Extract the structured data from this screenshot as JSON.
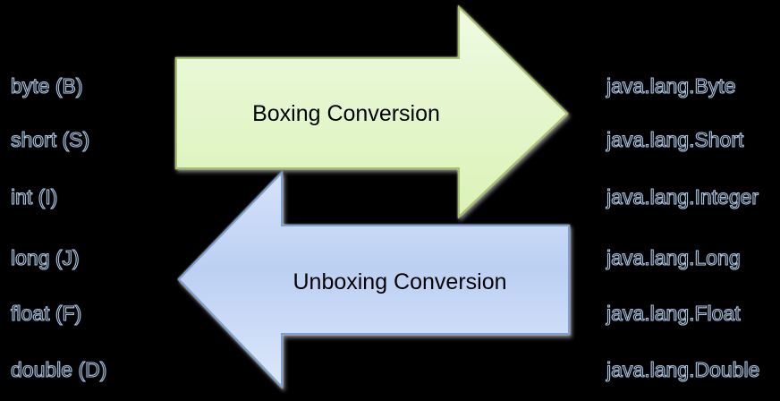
{
  "diagram": {
    "description": "Java primitive boxing / unboxing conversion diagram",
    "colors": {
      "background": "#000000",
      "label_outline": "#a9c0da",
      "arrow_text": "#000000"
    },
    "left_column": {
      "items": [
        {
          "label": "byte (B)"
        },
        {
          "label": "short (S)"
        },
        {
          "label": "int (I)"
        },
        {
          "label": "long (J)"
        },
        {
          "label": "float (F)"
        },
        {
          "label": "double (D)"
        }
      ]
    },
    "right_column": {
      "items": [
        {
          "label": "java.lang.Byte"
        },
        {
          "label": "java.lang.Short"
        },
        {
          "label": "java.lang.Integer"
        },
        {
          "label": "java.lang.Long"
        },
        {
          "label": "java.lang.Float"
        },
        {
          "label": "java.lang.Double"
        }
      ]
    },
    "arrows": [
      {
        "name": "boxing-arrow",
        "label": "Boxing Conversion",
        "direction": "right",
        "fill_top": "#eefbe3",
        "fill_mid": "#e4f6cc",
        "fill_bottom": "#dbf2b7",
        "border_color": "#a6c167"
      },
      {
        "name": "unboxing-arrow",
        "label": "Unboxing Conversion",
        "direction": "left",
        "fill_top": "#d6e3f9",
        "fill_mid": "#bcd0f3",
        "fill_bottom": "#dce7fa",
        "border_color": "#7ba0d4"
      }
    ]
  }
}
